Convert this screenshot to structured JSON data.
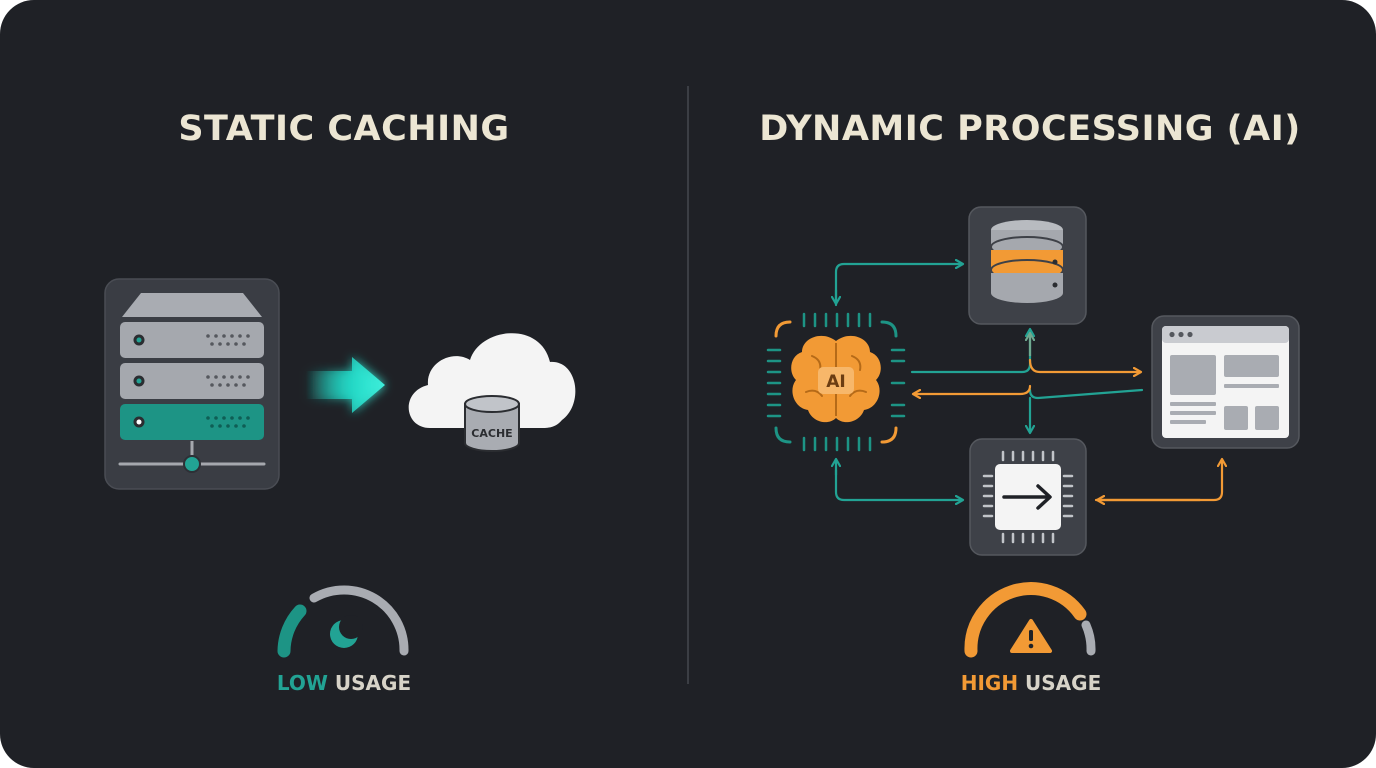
{
  "static_panel": {
    "title": "STATIC CACHING",
    "cache_label": "CACHE",
    "usage_level": "LOW",
    "usage_suffix": " USAGE",
    "usage_color": "#22a394"
  },
  "dynamic_panel": {
    "title": "DYNAMIC PROCESSING (AI)",
    "ai_label": "AI",
    "usage_level": "HIGH",
    "usage_suffix": " USAGE",
    "usage_color": "#f29a35"
  },
  "colors": {
    "background": "#1f2126",
    "teal": "#22a394",
    "orange": "#f29a35",
    "title": "#ece6d3"
  },
  "icons": [
    "server-rack-icon",
    "arrow-right-icon",
    "cloud-icon",
    "database-icon",
    "brain-chip-icon",
    "processor-chip-icon",
    "browser-window-icon",
    "gauge-icon",
    "moon-icon",
    "warning-icon"
  ]
}
